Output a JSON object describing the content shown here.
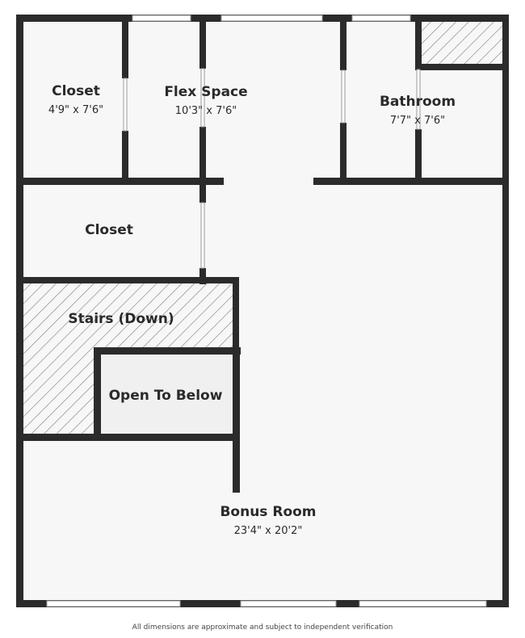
{
  "rooms": {
    "closet_top": {
      "name": "Closet",
      "dims": "4'9\" x 7'6\""
    },
    "flex_space": {
      "name": "Flex Space",
      "dims": "10'3\" x 7'6\""
    },
    "bathroom": {
      "name": "Bathroom",
      "dims": "7'7\" x 7'6\""
    },
    "closet_mid": {
      "name": "Closet"
    },
    "stairs": {
      "name": "Stairs (Down)"
    },
    "open_to_below": {
      "name": "Open To Below"
    },
    "bonus_room": {
      "name": "Bonus Room",
      "dims": "23'4\" x 20'2\""
    }
  },
  "disclaimer": "All dimensions are approximate and subject to independent verification",
  "colors": {
    "wall": "#2b2b2b",
    "floor": "#f7f7f7",
    "hatch": "#8c8c8c",
    "open_fill": "#f0f0f0"
  }
}
